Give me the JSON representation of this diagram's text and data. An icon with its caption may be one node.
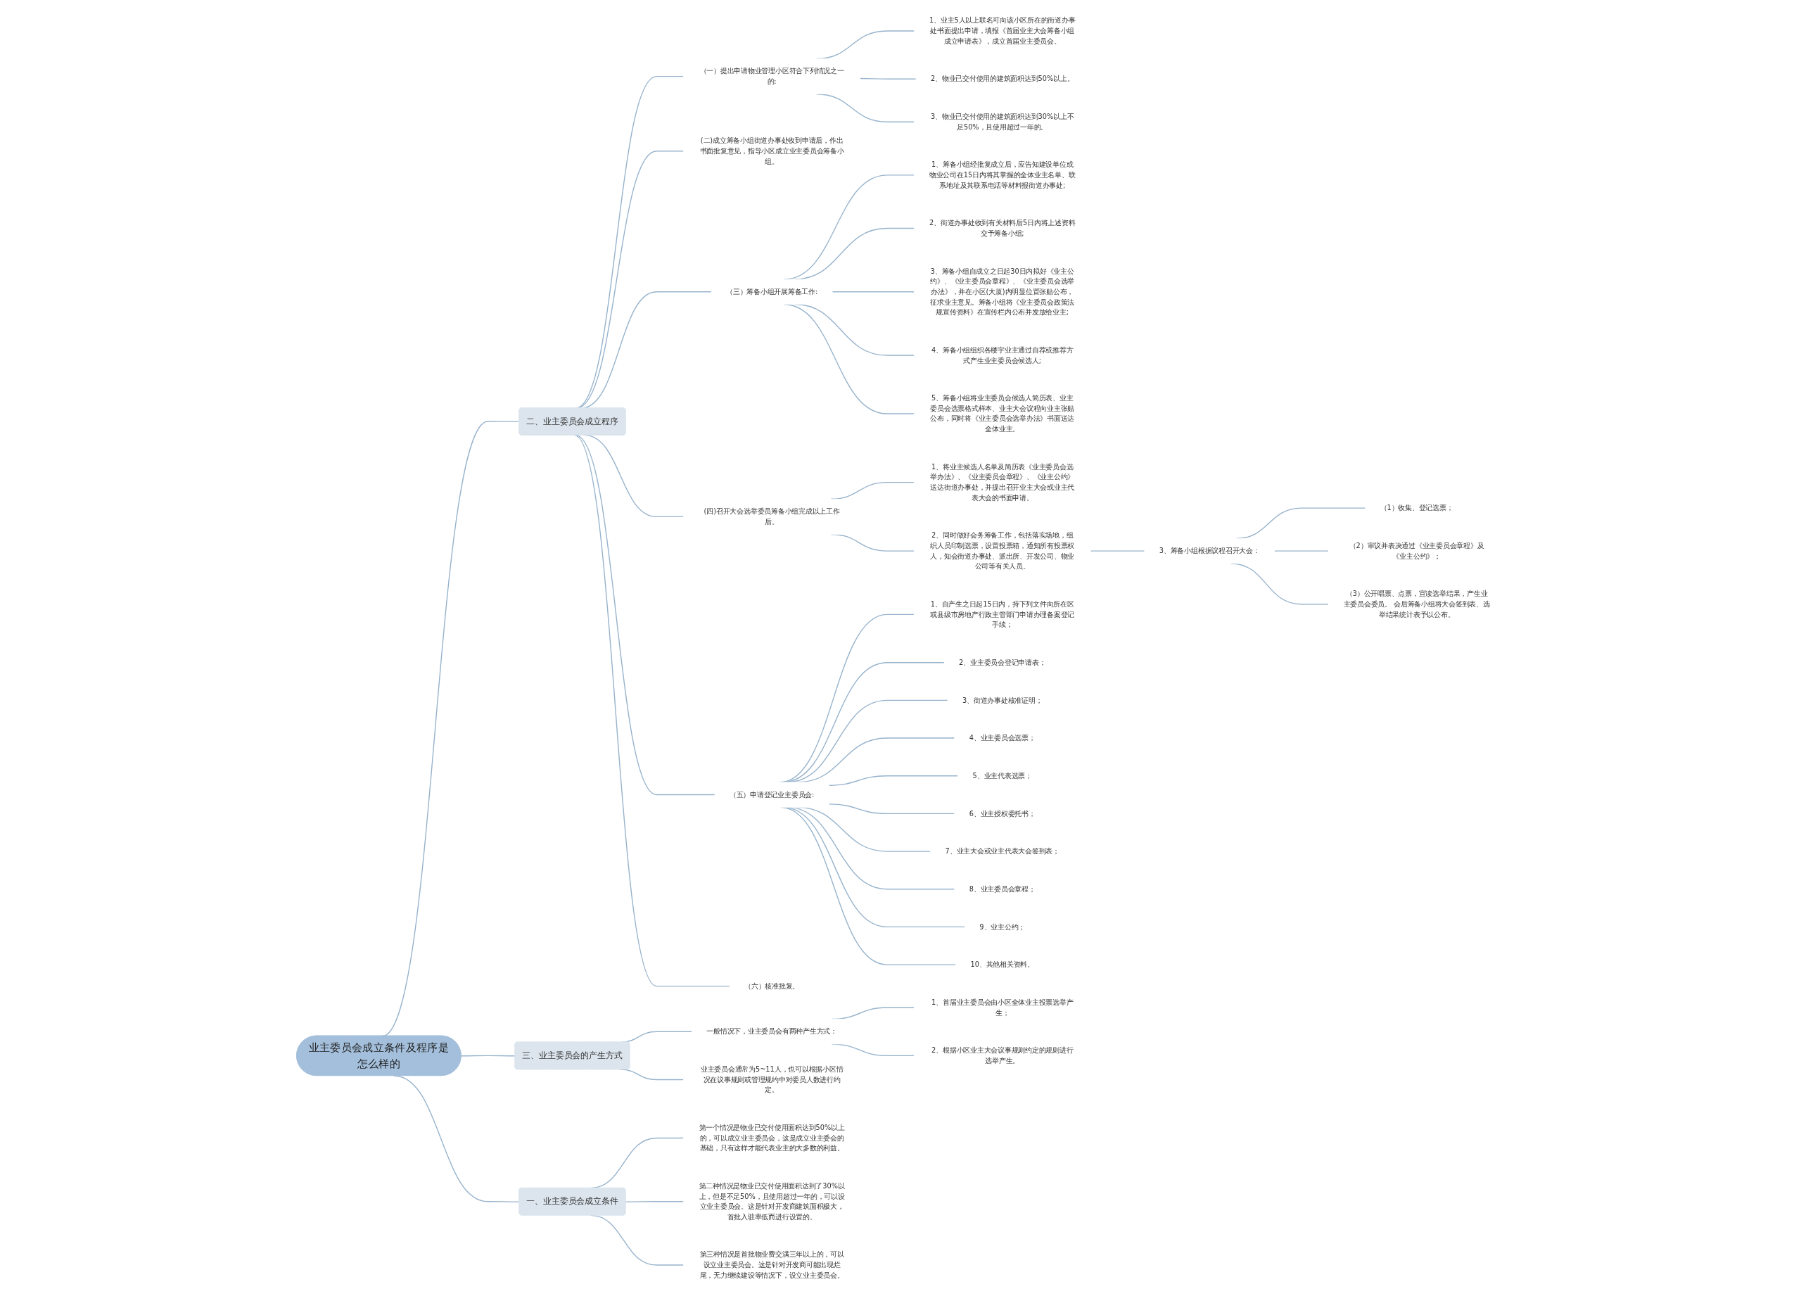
{
  "diagram": {
    "nodes": [
      {
        "text": [
          "业主委员会成立条件及程序是怎么样的"
        ]
      },
      {
        "text": [
          "一、业主委员会成立条件"
        ]
      },
      {
        "text": [
          "第一个情况是物业已交付使用面积达到50%以上的，可以成立业主委员会，这是成立业主委会的基础，只有这样才能代表业主的大多数的利益。"
        ]
      },
      {
        "text": [
          "第二种情况是物业已交付使用面积达到了30%以上，但是不足50%，且使用超过一年的，可以设立业主委员会。这是针对开发商建筑面积极大，首批入驻率低而进行设置的。"
        ]
      },
      {
        "text": [
          "第三种情况是首批物业费交满三年以上的，可以设立业主委员会。这是针对开发商可能出现烂尾，无力继续建设等情况下，设立业主委员会。"
        ]
      },
      {
        "text": [
          "二、业主委员会成立程序"
        ]
      },
      {
        "text": [
          "（一）提出申请物业管理小区符合下列情况之一的:"
        ]
      },
      {
        "text": [
          "1、业主5人以上联名可向该小区所在的街道办事处书面提出申请，填报《首届业主大会筹备小组成立申请表》，成立首届业主委员会。"
        ]
      },
      {
        "text": [
          "2、物业已交付使用的建筑面积达到50%以上。"
        ]
      },
      {
        "text": [
          "3、物业已交付使用的建筑面积达到30%以上不足50%，且使用超过一年的。"
        ]
      },
      {
        "text": [
          "(二)成立筹备小组街道办事处收到申请后，作出书面批复意见，指导小区成立业主委员会筹备小组。"
        ]
      },
      {
        "text": [
          "（三）筹备小组开展筹备工作:"
        ]
      },
      {
        "text": [
          "1、筹备小组经批复成立后，应告知建设单位或物业公司在15日内将其掌握的全体业主名单、联系地址及其联系电话等材料报街道办事处;"
        ]
      },
      {
        "text": [
          "2、街道办事处收到有关材料后5日内将上述资料交予筹备小组;"
        ]
      },
      {
        "text": [
          "3、筹备小组自成立之日起30日内拟好《业主公约》、《业主委员会章程》、《业主委员会选举办法》，并在小区(大厦)内明显位置张贴公布，征求业主意见。筹备小组将《业主委员会政策法规宣传资料》在宣传栏内公布并发放给业主;"
        ]
      },
      {
        "text": [
          "4、筹备小组组织各楼宇业主通过自荐或推荐方式产生业主委员会候选人;"
        ]
      },
      {
        "text": [
          "5、筹备小组将业主委员会候选人简历表、业主委员会选票格式样本、业主大会议程向业主张贴公布，同时将《业主委员会选举办法》书面送达全体业主。"
        ]
      },
      {
        "text": [
          "(四)召开大会选举委员筹备小组完成以上工作后。"
        ]
      },
      {
        "text": [
          "1、将业主候选人名单及简历表《业主委员会选举办法》、《业主委员会章程》、《业主公约》送达街道办事处，并提出召开业主大会或业主代表大会的书面申请。"
        ]
      },
      {
        "text": [
          "2、同时做好会务筹备工作，包括落实场地，组织人员印制选票，设置投票箱，通知所有投票权人，知会街道办事处、派出所、开发公司、物业公司等有关人员。"
        ]
      },
      {
        "text": [
          "3、筹备小组根据议程召开大会："
        ]
      },
      {
        "text": [
          "（1）收集、登记选票；"
        ]
      },
      {
        "text": [
          "（2）审议并表决通过《业主委员会章程》及《业主公约》；"
        ]
      },
      {
        "text": [
          "（3）公开唱票、点票，宣读选举结果，产生业主委员会委员。 会后筹备小组将大会签到表、选举结果统计表予以公布。"
        ]
      },
      {
        "text": [
          "（五）申请登记业主委员会:"
        ]
      },
      {
        "text": [
          "1、自产生之日起15日内，持下列文件向所在区或县级市房地产行政主管部门申请办理备案登记手续；"
        ]
      },
      {
        "text": [
          "2、业主委员会登记申请表；"
        ]
      },
      {
        "text": [
          "3、街道办事处核准证明；"
        ]
      },
      {
        "text": [
          "4、业主委员会选票；"
        ]
      },
      {
        "text": [
          "5、业主代表选票；"
        ]
      },
      {
        "text": [
          "6、业主授权委托书；"
        ]
      },
      {
        "text": [
          "7、业主大会或业主代表大会签到表；"
        ]
      },
      {
        "text": [
          "8、业主委员会章程；"
        ]
      },
      {
        "text": [
          "9、业主公约；"
        ]
      },
      {
        "text": [
          "10、其他相关资料。"
        ]
      },
      {
        "text": [
          "（六）核准批复。"
        ]
      },
      {
        "text": [
          "三、业主委员会的产生方式"
        ]
      },
      {
        "text": [
          "一般情况下，业主委员会有两种产生方式："
        ]
      },
      {
        "text": [
          "1、首届业主委员会由小区全体业主投票选举产生；"
        ]
      },
      {
        "text": [
          "2、根据小区业主大会议事规则约定的规则进行选举产生。"
        ]
      },
      {
        "text": [
          "业主委员会通常为5~11人，也可以根据小区情况在议事规则或管理规约中对委员人数进行约定。"
        ]
      }
    ],
    "edges": [
      {
        "from": 0,
        "to": 1,
        "arrow": "none"
      },
      {
        "from": 1,
        "to": 2,
        "arrow": "none"
      },
      {
        "from": 1,
        "to": 3,
        "arrow": "none"
      },
      {
        "from": 1,
        "to": 4,
        "arrow": "none"
      },
      {
        "from": 0,
        "to": 5,
        "arrow": "none"
      },
      {
        "from": 5,
        "to": 6,
        "arrow": "none"
      },
      {
        "from": 6,
        "to": 7,
        "arrow": "none"
      },
      {
        "from": 6,
        "to": 8,
        "arrow": "none"
      },
      {
        "from": 6,
        "to": 9,
        "arrow": "none"
      },
      {
        "from": 5,
        "to": 10,
        "arrow": "none"
      },
      {
        "from": 5,
        "to": 11,
        "arrow": "none"
      },
      {
        "from": 11,
        "to": 12,
        "arrow": "none"
      },
      {
        "from": 11,
        "to": 13,
        "arrow": "none"
      },
      {
        "from": 11,
        "to": 14,
        "arrow": "none"
      },
      {
        "from": 11,
        "to": 15,
        "arrow": "none"
      },
      {
        "from": 11,
        "to": 16,
        "arrow": "none"
      },
      {
        "from": 5,
        "to": 17,
        "arrow": "none"
      },
      {
        "from": 17,
        "to": 18,
        "arrow": "none"
      },
      {
        "from": 17,
        "to": 19,
        "arrow": "none"
      },
      {
        "from": 19,
        "to": 20,
        "arrow": "none"
      },
      {
        "from": 20,
        "to": 21,
        "arrow": "none"
      },
      {
        "from": 20,
        "to": 22,
        "arrow": "none"
      },
      {
        "from": 20,
        "to": 23,
        "arrow": "none"
      },
      {
        "from": 5,
        "to": 24,
        "arrow": "none"
      },
      {
        "from": 24,
        "to": 25,
        "arrow": "none"
      },
      {
        "from": 24,
        "to": 26,
        "arrow": "none"
      },
      {
        "from": 24,
        "to": 27,
        "arrow": "none"
      },
      {
        "from": 24,
        "to": 28,
        "arrow": "none"
      },
      {
        "from": 24,
        "to": 29,
        "arrow": "none"
      },
      {
        "from": 24,
        "to": 30,
        "arrow": "none"
      },
      {
        "from": 24,
        "to": 31,
        "arrow": "none"
      },
      {
        "from": 24,
        "to": 32,
        "arrow": "none"
      },
      {
        "from": 24,
        "to": 33,
        "arrow": "none"
      },
      {
        "from": 24,
        "to": 34,
        "arrow": "none"
      },
      {
        "from": 5,
        "to": 35,
        "arrow": "none"
      },
      {
        "from": 0,
        "to": 36,
        "arrow": "none"
      },
      {
        "from": 36,
        "to": 37,
        "arrow": "none"
      },
      {
        "from": 37,
        "to": 38,
        "arrow": "none"
      },
      {
        "from": 37,
        "to": 39,
        "arrow": "none"
      },
      {
        "from": 36,
        "to": 40,
        "arrow": "none"
      }
    ]
  }
}
